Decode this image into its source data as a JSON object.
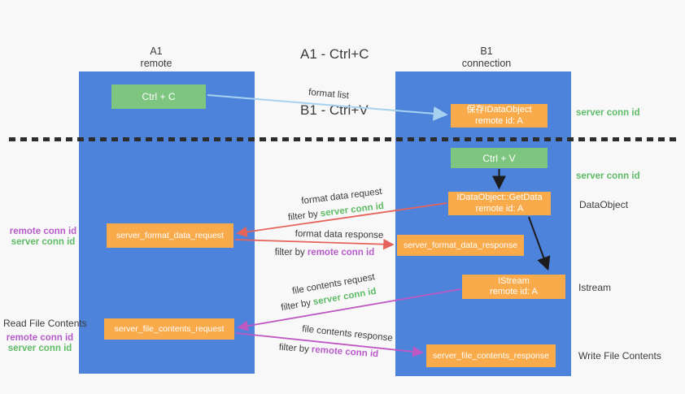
{
  "colors": {
    "bg": "#f8f8f9",
    "column-blue": "#4d83da",
    "box-green": "#7ec57f",
    "box-orange": "#f9aa4b",
    "text-dark": "#3b3b3b",
    "label-green": "#5fbb66",
    "label-purple": "#b75bc9",
    "arrow-red": "#e4635a",
    "arrow-magenta": "#bf58c3",
    "arrow-blue": "#a6d2f0",
    "arrow-black": "#1c1c1c"
  },
  "title": {
    "line1": "A1 - Ctrl+C",
    "line2": "B1 - Ctrl+V"
  },
  "columns": {
    "a1": {
      "id": "A1",
      "role": "remote"
    },
    "b1": {
      "id": "B1",
      "role": "connection"
    }
  },
  "nodes": {
    "ctrl_c": {
      "label": "Ctrl + C"
    },
    "ctrl_v": {
      "label": "Ctrl + V"
    },
    "save_idataobject": {
      "line1": "保存IDataObject",
      "line2": "remote id: A"
    },
    "idataobject_getdata": {
      "line1": "IDataObject::GetData",
      "line2": "remote id: A"
    },
    "istream": {
      "line1": "IStream",
      "line2": "remote id: A"
    },
    "server_format_data_request": {
      "label": "server_format_data_request"
    },
    "server_format_data_response": {
      "label": "server_format_data_response"
    },
    "server_file_contents_request": {
      "label": "server_file_contents_request"
    },
    "server_file_contents_response": {
      "label": "server_file_contents_response"
    }
  },
  "flow_labels": {
    "format_list": "format list",
    "format_data_request": "format data request",
    "format_data_response": "format data response",
    "file_contents_request": "file contents request",
    "file_contents_response": "file contents response",
    "filter_by": "filter by",
    "server_conn_id": "server conn id",
    "remote_conn_id": "remote conn id"
  },
  "annotations": {
    "right": {
      "server_conn_id_top": "server conn id",
      "server_conn_id_mid": "server conn id",
      "dataobject": "DataObject",
      "istream": "Istream",
      "write_file_contents": "Write File Contents"
    },
    "left": {
      "remote_conn_id": "remote conn id",
      "server_conn_id": "server conn id",
      "read_file_contents": "Read File Contents",
      "remote_conn_id_2": "remote conn id",
      "server_conn_id_2": "server conn id"
    }
  }
}
